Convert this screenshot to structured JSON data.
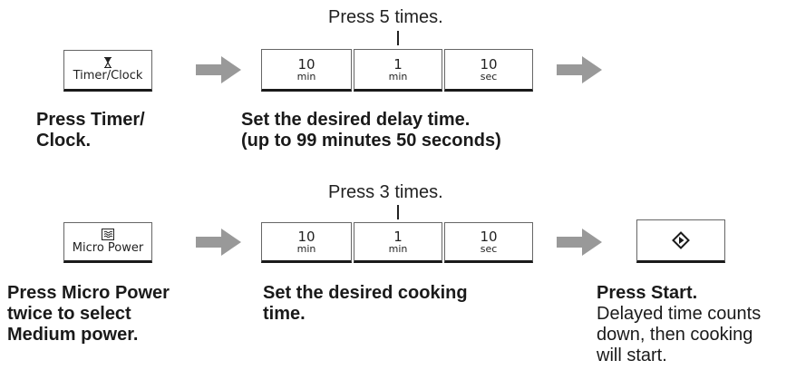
{
  "row1": {
    "press_note": "Press 5 times.",
    "timer_button": {
      "icon": "hourglass-icon",
      "label": "Timer/Clock"
    },
    "keys": [
      {
        "value": "10",
        "unit": "min"
      },
      {
        "value": "1",
        "unit": "min"
      },
      {
        "value": "10",
        "unit": "sec"
      }
    ],
    "caption1": [
      "Press Timer/",
      "Clock."
    ],
    "caption2": [
      "Set the desired delay time.",
      "(up to 99 minutes 50 seconds)"
    ]
  },
  "row2": {
    "press_note": "Press 3 times.",
    "power_button": {
      "icon": "microwave-waves-icon",
      "label": "Micro Power"
    },
    "keys": [
      {
        "value": "10",
        "unit": "min"
      },
      {
        "value": "1",
        "unit": "min"
      },
      {
        "value": "10",
        "unit": "sec"
      }
    ],
    "start_button": {
      "icon": "start-diamond-icon"
    },
    "caption1": [
      "Press Micro Power",
      "twice to select",
      "Medium power."
    ],
    "caption2": [
      "Set the desired cooking",
      "time."
    ],
    "caption3_bold": "Press Start.",
    "caption3_text": [
      "Delayed time counts",
      "down, then cooking",
      "will start."
    ]
  }
}
